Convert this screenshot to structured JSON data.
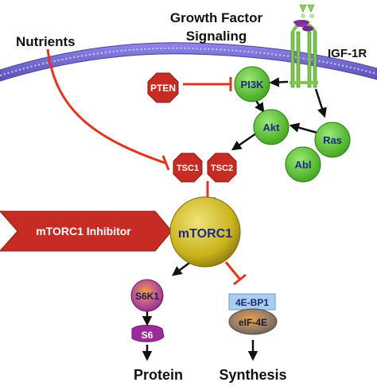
{
  "labels": {
    "nutrients": "Nutrients",
    "growth_factor_line1": "Growth Factor",
    "growth_factor_line2": "Signaling",
    "receptor": "IGF-1R",
    "inhibitor": "mTORC1 Inhibitor",
    "output_word1": "Protein",
    "output_word2": "Synthesis"
  },
  "nodes": {
    "pten": "PTEN",
    "pi3k": "PI3K",
    "akt": "Akt",
    "ras": "Ras",
    "abl": "Abl",
    "tsc1": "TSC1",
    "tsc2": "TSC2",
    "mtorc1": "mTORC1",
    "s6k1": "S6K1",
    "s6": "S6",
    "bp1": "4E-BP1",
    "eif4e": "eIF-4E"
  },
  "colors": {
    "membrane_fill": "#7a6fd6",
    "membrane_stripe": "#cfc9ff",
    "inhibit_red": "#e0351f",
    "activator_green": "#56c52a",
    "octagon_red": "#c62b24",
    "mtorc1_gold": "#c9b31a",
    "s6k1_purple": "#9b2a9b",
    "bp1_blue": "#a9cdf0",
    "eif4e_taupe": "#8d7a6a",
    "receptor_green": "#7ec850",
    "ligand_purple": "#8b3aa8"
  }
}
